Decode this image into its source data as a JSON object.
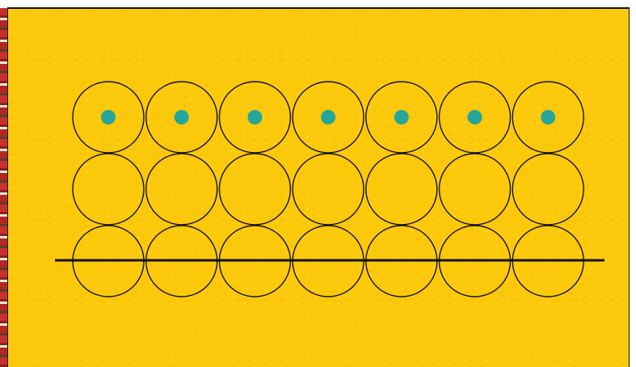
{
  "board": {
    "background_color": "#fcc80a",
    "rows": 3,
    "columns": 7,
    "line_color": "#111111",
    "marker_color": "#26a69a",
    "marked_row": 1,
    "divider_line": true
  }
}
